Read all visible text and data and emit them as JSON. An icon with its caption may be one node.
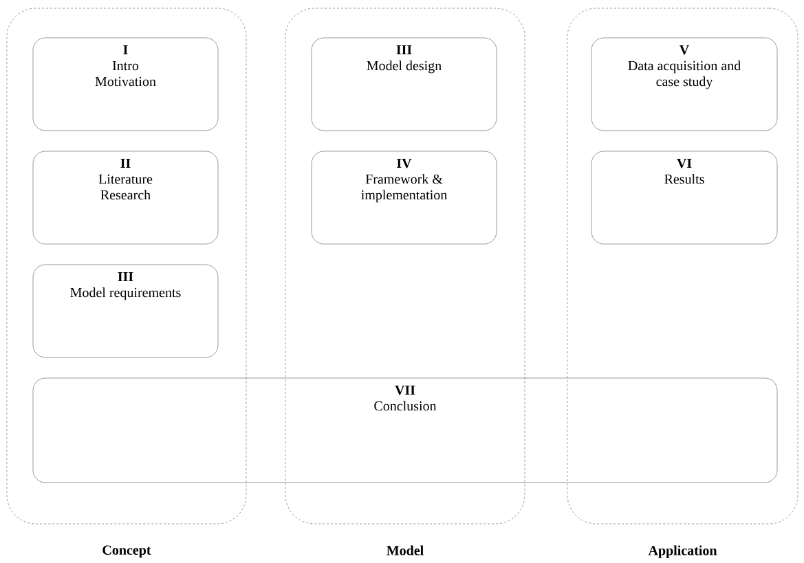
{
  "diagram": {
    "nodes": [
      {
        "text": [
          "Concept"
        ]
      },
      {
        "text": [
          "I",
          "Intro Motivation"
        ],
        "in": 0
      },
      {
        "text": [
          "II",
          "Literature Research"
        ],
        "in": 0
      },
      {
        "text": [
          "III",
          "Model requirements"
        ],
        "in": 0
      },
      {
        "text": [
          "Model"
        ]
      },
      {
        "text": [
          "III",
          "Model design"
        ],
        "in": 4
      },
      {
        "text": [
          "IV",
          "Framework & implementation"
        ],
        "in": 4
      },
      {
        "text": [
          "Application"
        ]
      },
      {
        "text": [
          "V",
          "Data acquisition and case study"
        ],
        "in": 7
      },
      {
        "text": [
          "VI",
          "Results"
        ],
        "in": 7
      },
      {
        "text": [
          "VII",
          "Conclusion"
        ]
      }
    ]
  }
}
